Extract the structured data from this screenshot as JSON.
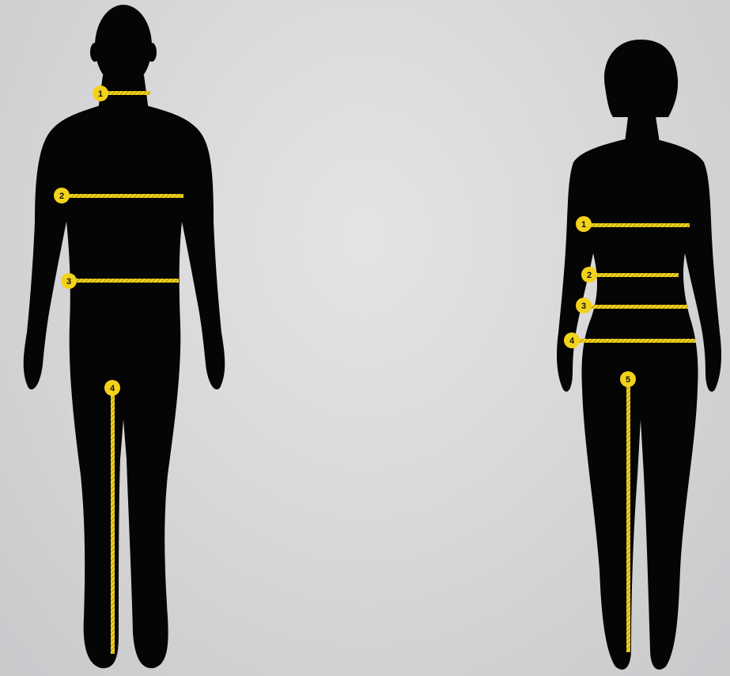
{
  "colors": {
    "silhouette": "#050505",
    "marker": "#f2d21b",
    "marker_text": "#111111"
  },
  "male": {
    "markers": [
      {
        "label": "1"
      },
      {
        "label": "2"
      },
      {
        "label": "3"
      },
      {
        "label": "4"
      }
    ]
  },
  "female": {
    "markers": [
      {
        "label": "1"
      },
      {
        "label": "2"
      },
      {
        "label": "3"
      },
      {
        "label": "4"
      },
      {
        "label": "5"
      }
    ]
  }
}
